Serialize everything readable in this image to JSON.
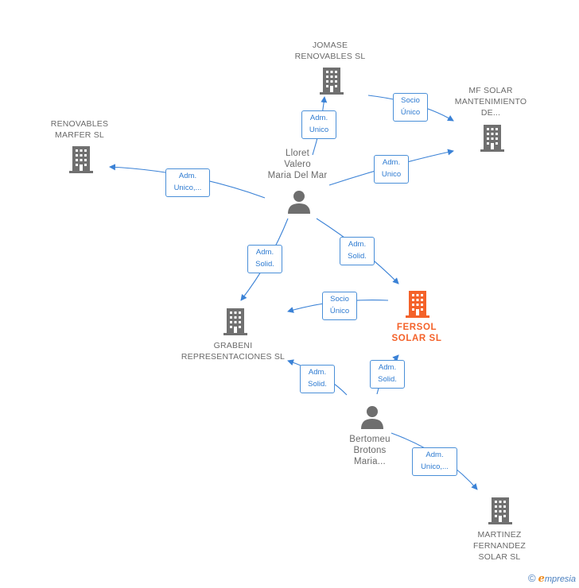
{
  "companies": {
    "jomase": "JOMASE\nRENOVABLES SL",
    "mf_solar": "MF SOLAR\nMANTENIMIENTO\nDE...",
    "renovables_marfer": "RENOVABLES\nMARFER SL",
    "grabeni": "GRABENI\nREPRESENTACIONES SL",
    "fersol": "FERSOL\nSOLAR  SL",
    "martinez": "MARTINEZ\nFERNANDEZ\nSOLAR  SL"
  },
  "persons": {
    "lloret": "Lloret\nValero\nMaria Del Mar",
    "bertomeu": "Bertomeu\nBrotons\nMaria..."
  },
  "relations": {
    "lloret_jomase": "Adm.\nUnico",
    "jomase_mf": "Socio\nÚnico",
    "lloret_mf": "Adm.\nUnico",
    "lloret_marfer": "Adm.\nUnico,...",
    "lloret_grabeni": "Adm.\nSolid.",
    "lloret_fersol": "Adm.\nSolid.",
    "fersol_grabeni": "Socio\nÚnico",
    "bertomeu_grabeni": "Adm.\nSolid.",
    "bertomeu_fersol": "Adm.\nSolid.",
    "bertomeu_martinez": "Adm.\nUnico,..."
  },
  "colors": {
    "building": "#707070",
    "building_main": "#f4622a",
    "person": "#6e6e6e",
    "edge": "#3b82d6"
  },
  "brand": {
    "copyright": "©",
    "e": "e",
    "name": "mpresia"
  }
}
